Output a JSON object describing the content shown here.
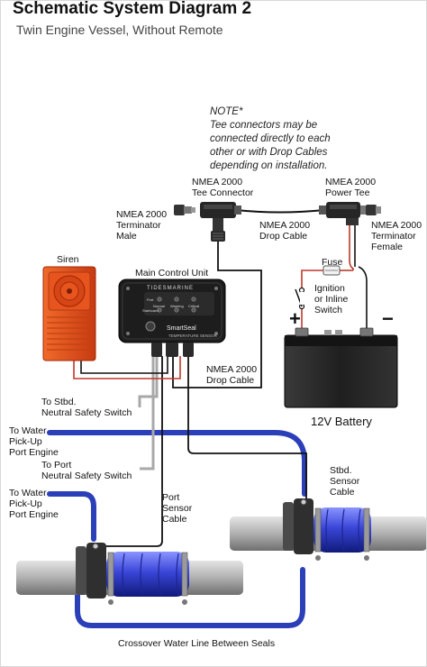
{
  "title": "Schematic System Diagram 2",
  "subtitle": "Twin Engine Vessel, Without Remote",
  "note": "NOTE*\nTee connectors may be\nconnected directly to each\nother or with Drop Cables\ndepending on installation.",
  "components": {
    "siren": "Siren",
    "main_control_unit": "Main Control Unit",
    "mcu_brand": "TIDESMARINE",
    "mcu_name": "SmartSeal",
    "mcu_subtitle": "TEMPERATURE SENSOR",
    "mcu_label_port": "Port",
    "mcu_label_stbd": "Starboard",
    "mcu_label_normal": "Normal",
    "mcu_label_warning": "Warning",
    "mcu_label_critical": "Critical",
    "battery": "12V Battery",
    "battery_plus": "+",
    "battery_minus": "−"
  },
  "labels": {
    "terminator_male": "NMEA 2000\nTerminator\nMale",
    "tee_connector": "NMEA 2000\nTee Connector",
    "power_tee": "NMEA 2000\nPower Tee",
    "drop_cable_top": "NMEA 2000\nDrop Cable",
    "terminator_female": "NMEA 2000\nTerminator\nFemale",
    "fuse": "Fuse",
    "ignition": "Ignition\nor Inline\nSwitch",
    "drop_cable_mcu": "NMEA 2000\nDrop Cable",
    "stbd_neutral": "To Stbd.\nNeutral Safety Switch",
    "water_port_1": "To Water\nPick-Up\nPort Engine",
    "port_neutral": "To Port\nNeutral Safety Switch",
    "water_port_2": "To Water\nPick-Up\nPort Engine",
    "stbd_sensor": "Stbd.\nSensor\nCable",
    "port_sensor": "Port\nSensor\nCable",
    "crossover": "Crossover Water Line Between Seals"
  },
  "colors": {
    "water_line": "#2b3fb8",
    "power_red": "#c0392b",
    "ground_black": "#111111",
    "neutral_wire": "#a8a8a8",
    "siren_body": "#e8541e",
    "mcu_body": "#1d1d1d",
    "battery_body": "#2a2a2a",
    "seal_blue": "#3a46d8",
    "shaft_grey": "#b9b9b9",
    "connector_grey": "#4a4a4a"
  }
}
